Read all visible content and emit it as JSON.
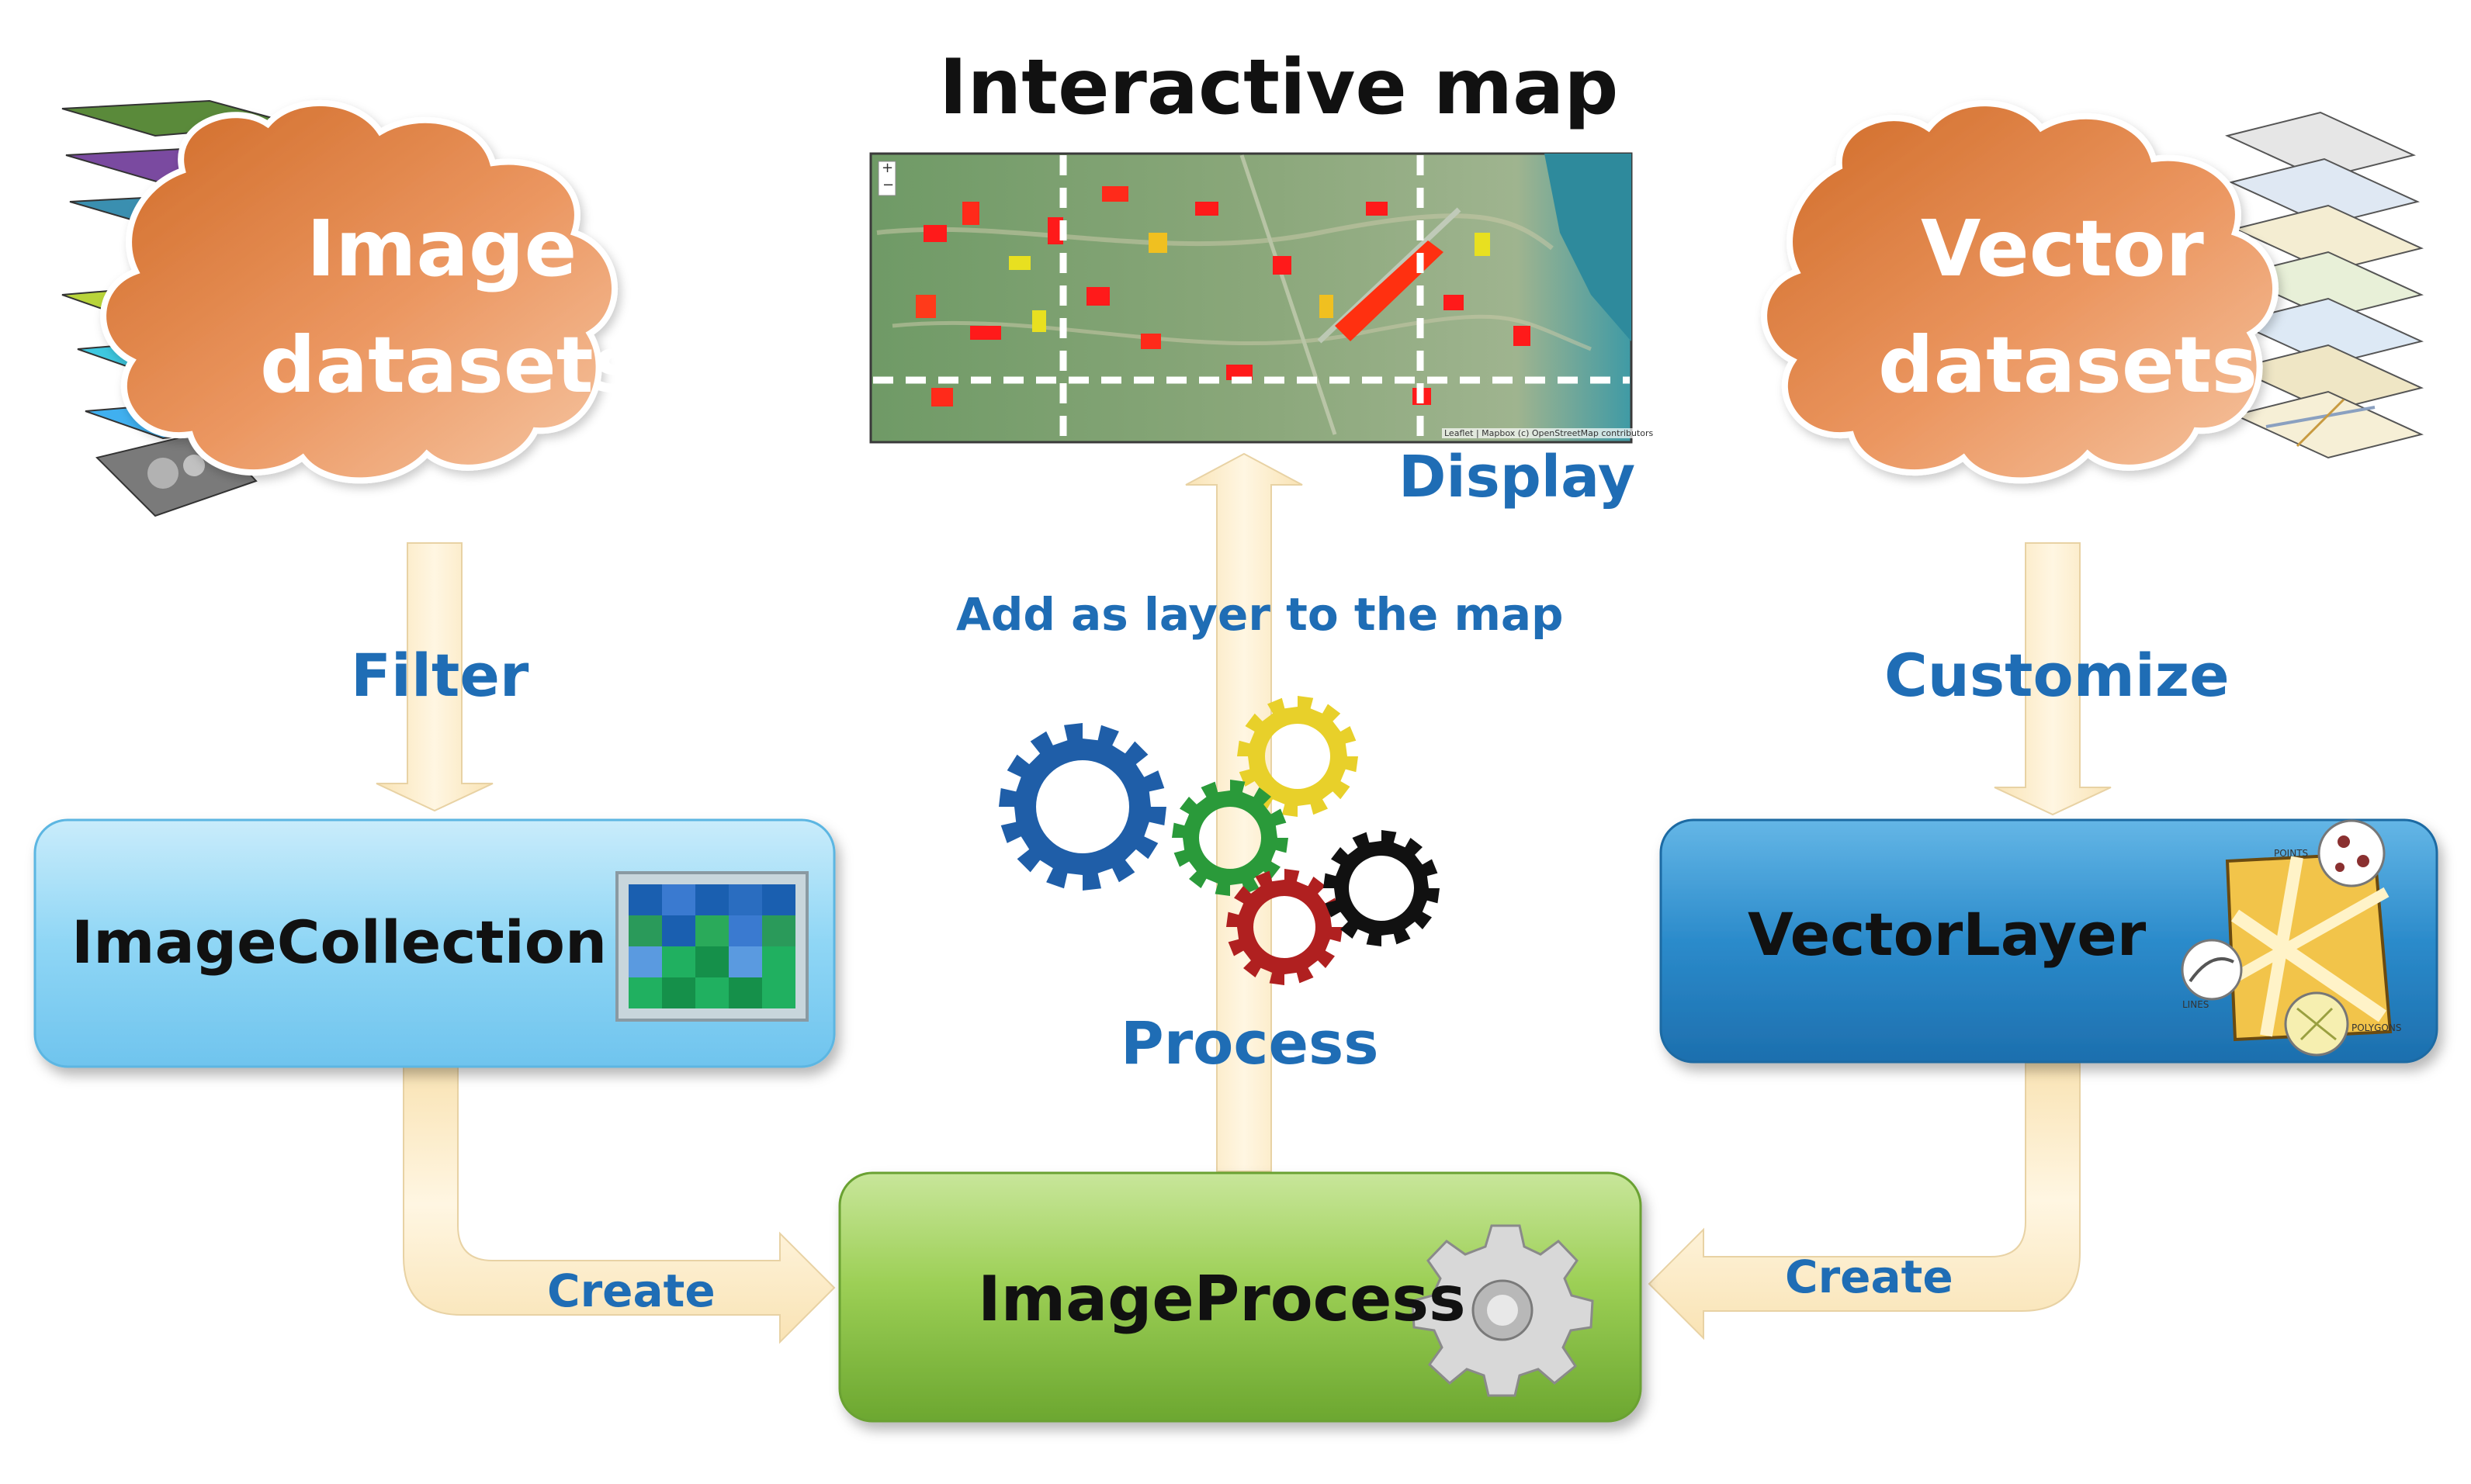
{
  "title": "Interactive map",
  "clouds": {
    "image": {
      "line1": "Image",
      "line2": "datasets"
    },
    "vector": {
      "line1": "Vector",
      "line2": "datasets"
    }
  },
  "map": {
    "zoom_in": "+",
    "zoom_out": "−",
    "attribution": "Leaflet | Mapbox (c) OpenStreetMap contributors"
  },
  "arrows": {
    "filter": "Filter",
    "customize": "Customize",
    "display": "Display",
    "add_layer": "Add as layer to the map",
    "process": "Process",
    "create_left": "Create",
    "create_right": "Create"
  },
  "boxes": {
    "image_collection": "ImageCollection",
    "vector_layer": "VectorLayer",
    "image_process": "ImageProcess"
  },
  "vector_icon": {
    "points": "POINTS",
    "lines": "LINES",
    "polygons": "POLYGONS"
  },
  "colors": {
    "label_blue": "#1f6db5",
    "arrow_fill": "#fbeccb",
    "cloud_orange": "#e5894a",
    "image_collection_box": "#8fd6f5",
    "vector_layer_box": "#2b8bcb",
    "image_process_box": "#8cc63f"
  }
}
